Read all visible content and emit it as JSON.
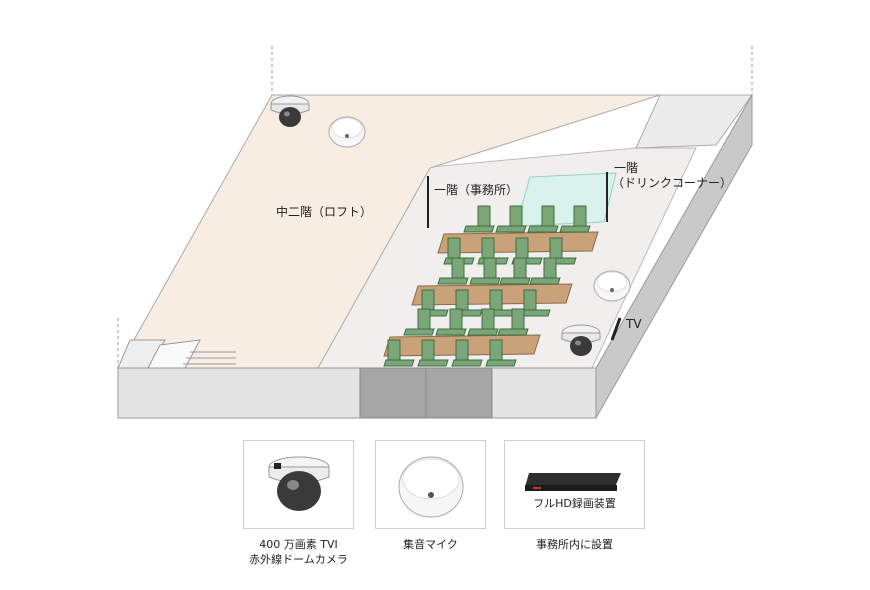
{
  "floor": {
    "loft_label": "中二階（ロフト）",
    "office_label": "一階（事務所）",
    "drink_label_line1": "一階",
    "drink_label_line2": "（ドリンクコーナー）",
    "tv_label": "TV"
  },
  "legend": {
    "camera_caption_line1": "400 万画素 TVI",
    "camera_caption_line2": "赤外線ドームカメラ",
    "mic_caption": "集音マイク",
    "recorder_label": "フルHD録画装置",
    "recorder_caption": "事務所内に設置"
  },
  "colors": {
    "loft_floor": "#f7ede2",
    "office_floor": "#f1efee",
    "wall_front": "#e4e4e4",
    "wall_side": "#c9c9c9",
    "door": "#a6a6a6",
    "desk": "#c9a27a",
    "chair": "#7aa67a",
    "drink_corner": "#d9f2ec"
  }
}
